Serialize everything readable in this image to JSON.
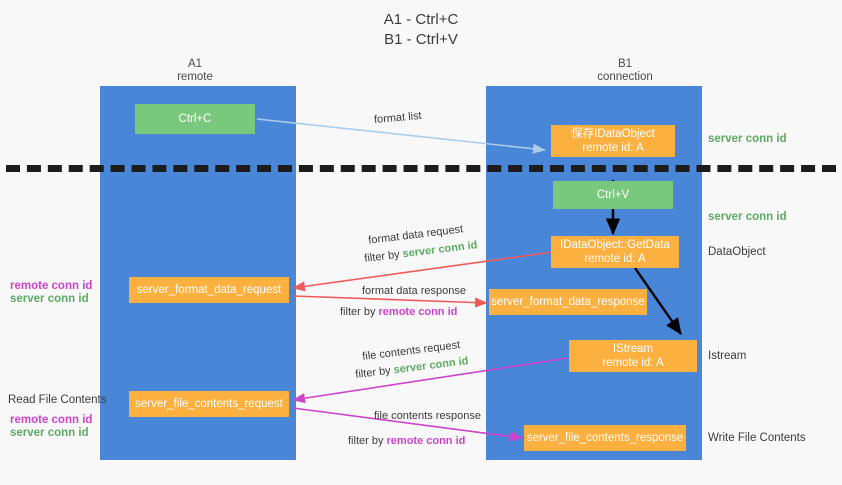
{
  "title": {
    "line1": "A1 - Ctrl+C",
    "line2": "B1 - Ctrl+V"
  },
  "columns": [
    {
      "name": "A1",
      "sub": "remote"
    },
    {
      "name": "B1",
      "sub": "connection"
    }
  ],
  "colors": {
    "lane": "#4a86d8",
    "green_node": "#7ac77e",
    "orange_node": "#fbb040",
    "server_conn": "#5cab62",
    "remote_conn": "#cc44cc",
    "arrow_blue": "#a9cdeb",
    "arrow_red": "#ef5b5b",
    "arrow_magenta": "#cc44cc",
    "arrow_black": "#000000",
    "divider": "#1c1c1c"
  },
  "nodes": {
    "ctrl_c": {
      "label": "Ctrl+C"
    },
    "save_idataobject": {
      "line1": "保存IDataObject",
      "line2": "remote id: A"
    },
    "ctrl_v": {
      "label": "Ctrl+V"
    },
    "getdata": {
      "line1": "IDataObject::GetData",
      "line2": "remote id: A"
    },
    "istream": {
      "line1": "IStream",
      "line2": "remote id: A"
    },
    "server_format_data_request": {
      "label": "server_format_data_request"
    },
    "server_format_data_response": {
      "label": "server_format_data_response"
    },
    "server_file_contents_request": {
      "label": "server_file_contents_request"
    },
    "server_file_contents_response": {
      "label": "server_file_contents_response"
    }
  },
  "right_labels": {
    "server_conn_top": "server conn id",
    "server_conn_mid": "server conn id",
    "dataobject": "DataObject",
    "istream": "Istream",
    "write_file_contents": "Write File Contents"
  },
  "left_labels": {
    "remote_conn_1": "remote conn id",
    "server_conn_1": "server conn id",
    "read_file_contents": "Read File Contents",
    "remote_conn_2": "remote conn id",
    "server_conn_2": "server conn id"
  },
  "edges": {
    "format_list": "format list",
    "format_data_request": "format data request",
    "format_data_request_filter_prefix": "filter by ",
    "format_data_request_filter_value": "server conn id",
    "format_data_response": "format data response",
    "format_data_response_filter_prefix": "filter by ",
    "format_data_response_filter_value": "remote conn id",
    "file_contents_request": "file contents request",
    "file_contents_request_filter_prefix": "filter by ",
    "file_contents_request_filter_value": "server conn id",
    "file_contents_response": "file contents response",
    "file_contents_response_filter_prefix": "filter by ",
    "file_contents_response_filter_value": "remote conn id"
  }
}
